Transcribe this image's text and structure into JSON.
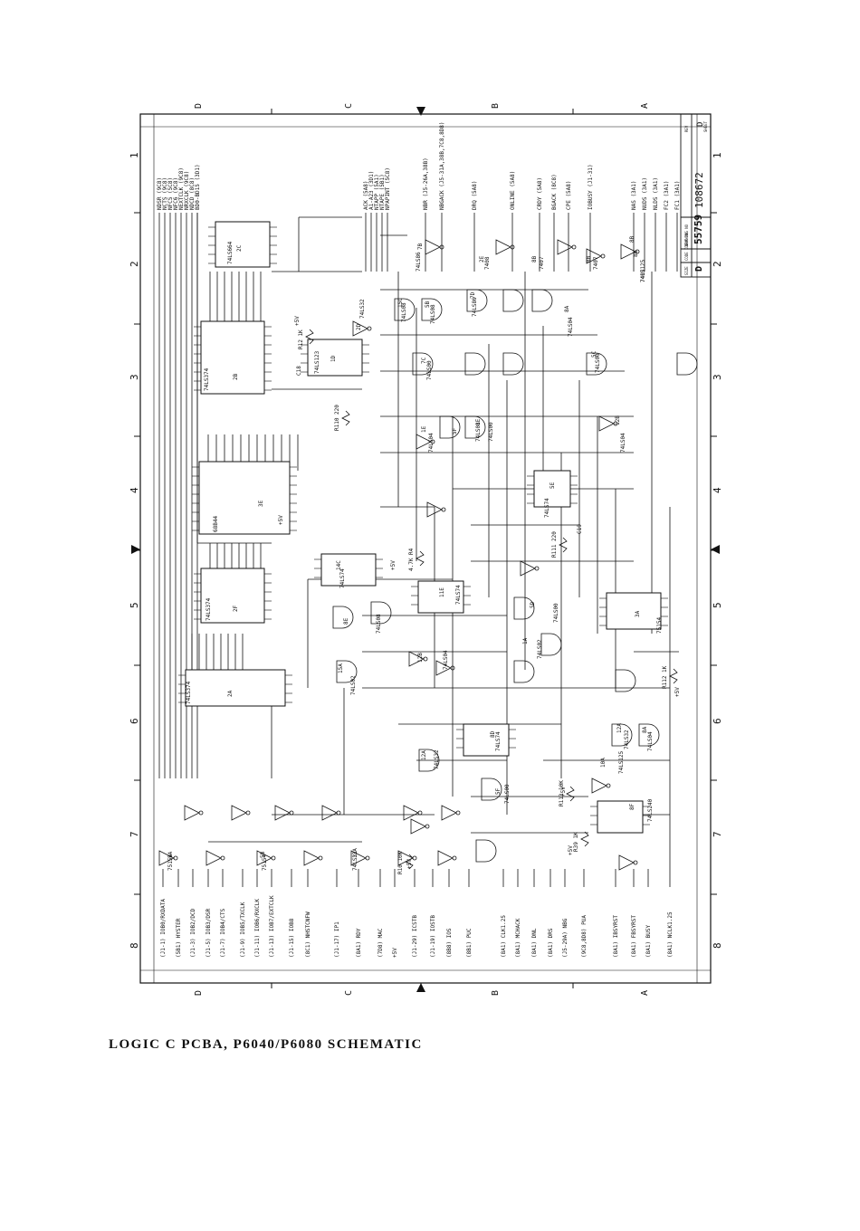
{
  "caption": "LOGIC C PCBA, P6040/P6080 SCHEMATIC",
  "title_block": {
    "size": "D",
    "drawing_no": "55759",
    "rev": "D",
    "number": "108672",
    "size_label": "SIZE",
    "code_label": "CODE IDENT NO",
    "dwg_label": "DRAWING NO",
    "rev_label": "REV",
    "sheet_label": "SHEET"
  },
  "zones_top": [
    "D",
    "C",
    "B",
    "A"
  ],
  "zones_left": [
    "1",
    "2",
    "3",
    "4",
    "5",
    "6",
    "7",
    "8"
  ],
  "zones_bottom": [
    "D",
    "C",
    "B",
    "A"
  ],
  "zones_right": [
    "1",
    "2",
    "3",
    "4",
    "5",
    "6",
    "7",
    "8"
  ],
  "top_signals": [
    "NDSR (9C8)",
    "NCTS (9C8)",
    "NFC5 (5C8)",
    "NFC6 (9C8)",
    "NEXTCLK (9C8)",
    "NRXCLK (9C8)",
    "NDCD (8C8)",
    "BD0-BD15 (3D1)",
    "ACK (5A8)",
    "A1-A23 (3D1)",
    "NTAPP (5A1)",
    "NTAPE (5B1)",
    "NPAPINT (5C8)",
    "NBR (J5-26A,38B)",
    "NBGACK (J5-31A,38B,7C8,8D8)",
    "DRQ (5A8)",
    "ONLINE (5A8)",
    "CRDY (5A8)",
    "BGACK (8C8)",
    "CPE (5A8)",
    "IOBUSY (J1-31)",
    "NAS (3A1)",
    "NUDS (3A1)",
    "NLDS (3A1)",
    "FC2 (3A1)",
    "FC1 (3A1)"
  ],
  "left_signals": [
    "(J1-1) IOB0/RXDATA",
    "(5B1) HYSTER",
    "(J1-3) IOB2/DCD",
    "(J1-5) IOB3/DSR",
    "(J1-7) IOB4/CTS",
    "(J1-9) IOB5/TXCLK",
    "(J1-11) IOB6/RXCLK",
    "(J1-13) IOB7/EXTCLK",
    "(J1-15) IOB8",
    "(8C1) NHSTCNFW",
    "(J1-17) IP1",
    "(8A1) RDY",
    "(7D8) MAC",
    "+5V",
    "(J1-29) ICSTB",
    "(J1-19) IOSTB",
    "(8B8) IOS",
    "(8B1) PUC",
    "(8A1) CLK1.25",
    "(8A1) MCHACK",
    "(8A1) DNL",
    "(8A1) DRS",
    "(J5-29A) NBG",
    "(9C8,8D8) PUA",
    "(8A1) IBSYRST",
    "(8A1) FBSYRST",
    "(8A1) BUSY",
    "(8A1) NCLK1.25"
  ],
  "parts": [
    "74LS664",
    "2C",
    "74LS374",
    "2B",
    "68B44",
    "3E",
    "74LS374",
    "2F",
    "74LS374",
    "2A",
    "74LS125",
    "8B",
    "74LS123",
    "1D",
    "74LS08",
    "15C",
    "74LS08",
    "5B",
    "74LS00",
    "7C",
    "74LS86",
    "7D",
    "74LS04",
    "8A",
    "74LS00",
    "5C",
    "74LS04",
    "12B",
    "74LS32",
    "2D",
    "74LS74",
    "5E",
    "74LS08",
    "5F",
    "74LS04",
    "1E",
    "74LS00",
    "1E",
    "74LS00",
    "5D",
    "74LS02",
    "1A",
    "74LS02",
    "15A",
    "74LS04",
    "12B",
    "74LS32",
    "12A",
    "74LS74",
    "8D",
    "74LS00",
    "5F",
    "74LS08",
    "8E",
    "74LS74",
    "14C",
    "74LS74",
    "11E",
    "74LS240",
    "8F",
    "75154",
    "3A",
    "75154",
    "5A",
    "75154",
    "5B",
    "74LS32",
    "13A",
    "74LS32",
    "12A",
    "74LS04",
    "8A",
    "74LS125",
    "10A",
    "7407",
    "8B",
    "7407",
    "8B",
    "7407",
    "8B",
    "7408",
    "2E",
    "74LS86",
    "7B"
  ],
  "resistors": [
    "R12 1K",
    "R110 220",
    "R111 220",
    "R112 1K",
    "R113 10K",
    "R39 1K",
    "R10 10K",
    "4.7K R4"
  ],
  "capacitors": [
    "C18",
    "C19"
  ],
  "power": "+5V"
}
